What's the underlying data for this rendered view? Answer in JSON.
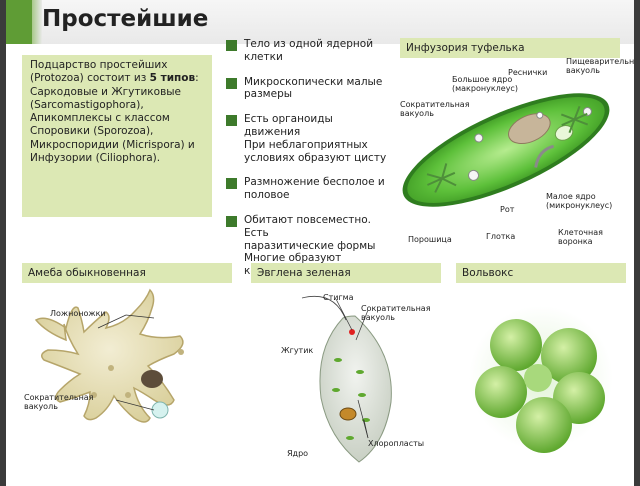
{
  "title": "Простейшие",
  "intro": {
    "line1": "Подцарство простейших",
    "line2a": "(Protozoa) состоит из ",
    "line2b": "5 типов",
    "line2c": ":",
    "rest": [
      "Саркодовые и Жгутиковые",
      "(Sarcomastigophora),",
      "Апикомплексы с классом",
      "Споровики (Sporozoa),",
      "Микроспоридии (Micrispora) и",
      "Инфузории (Ciliophora)."
    ]
  },
  "facts": [
    [
      "Тело из одной ядерной",
      "клетки"
    ],
    [
      "Микроскопически малые",
      "размеры"
    ],
    [
      "Есть органоиды движения",
      "При неблагоприятных",
      "условиях образуют цисту"
    ],
    [
      "Размножение бесполое и",
      "половое"
    ],
    [
      "Обитают повсеместно. Есть",
      "паразитические формы",
      "Многие образуют колонии"
    ]
  ],
  "infusoria": {
    "title": "Инфузория туфелька",
    "labels": {
      "digestive": "Пищеварительная",
      "vacuole": "вакуоль",
      "cilia": "Реснички",
      "macro1": "Большое ядро",
      "macro2": "(макронуклеус)",
      "contr1": "Сократительная",
      "contr2": "вакуоль",
      "micro1": "Малое ядро",
      "micro2": "(микронуклеус)",
      "mouth": "Рот",
      "powder": "Порошица",
      "throat": "Глотка",
      "funnel1": "Клеточная",
      "funnel2": "воронка"
    }
  },
  "amoeba": {
    "title": "Амеба обыкновенная",
    "labels": {
      "pseudo": "Ложноножки",
      "contr1": "Сократительная",
      "contr2": "вакуоль"
    }
  },
  "euglena": {
    "title": "Эвглена зеленая",
    "labels": {
      "stigma": "Стигма",
      "contr1": "Сократительная",
      "contr2": "вакуоль",
      "flag": "Жгутик",
      "nucleus": "Ядро",
      "chloro": "Хлоропласты"
    }
  },
  "volvox": {
    "title": "Вольвокс"
  },
  "colors": {
    "accent": "#5f9c35",
    "panel": "#dce8b4",
    "bullet": "#3d7a2b",
    "cell_green": "#5dc03a"
  }
}
